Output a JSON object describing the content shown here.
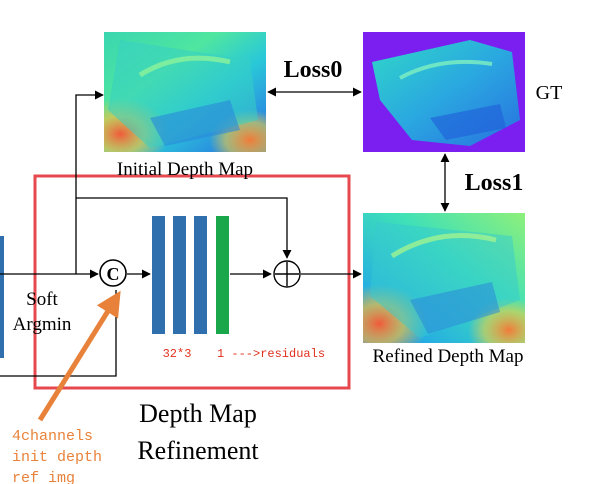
{
  "labels": {
    "initial_depth_map": "Initial Depth Map",
    "gt": "GT",
    "loss0": "Loss0",
    "loss1": "Loss1",
    "refined_depth_map": "Refined Depth Map",
    "soft_argmin_line1": "Soft",
    "soft_argmin_line2": "Argmin",
    "concat_symbol": "C",
    "conv_annotation": "32*3",
    "residual_annotation": "1 --->residuals",
    "refinement_title_line1": "Depth Map",
    "refinement_title_line2": "Refinement",
    "input_note_line1": "4channels",
    "input_note_line2": "init depth",
    "input_note_line3": "ref img"
  },
  "colors": {
    "refinement_box": "#e5484d",
    "conv_layer": "#2f6fad",
    "residual_layer": "#1aa64a",
    "annotation_text": "#e0301e",
    "input_note_text": "#e8823a",
    "input_note_arrow": "#e8823a",
    "gt_background": "#7a1ff0",
    "line": "#000000"
  },
  "icons": {
    "concat": "circle-c-icon",
    "add": "circle-plus-icon"
  }
}
